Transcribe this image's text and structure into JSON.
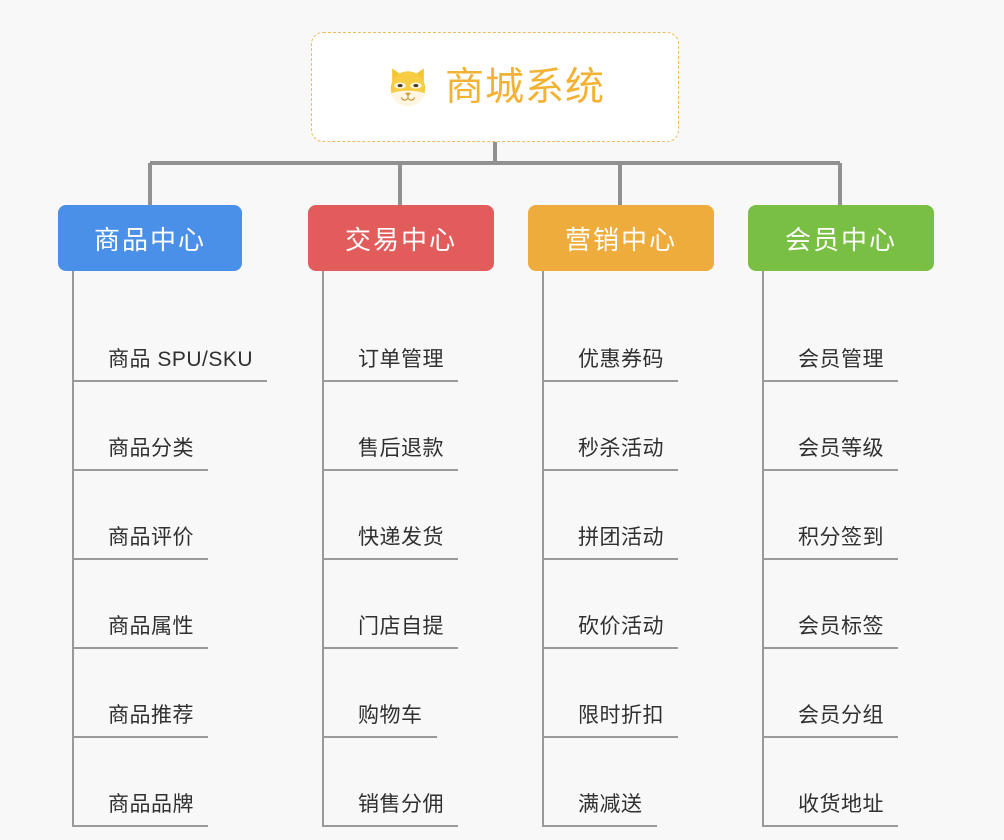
{
  "background_color": "#f8f8f8",
  "root": {
    "title": "商城系统",
    "icon": "shiba-inu-dog-face-icon",
    "text_color": "#f2b233",
    "border_color": "#f0b95a",
    "background_color": "#ffffff"
  },
  "branches": [
    {
      "label": "商品中心",
      "color": "#4a90e8",
      "items": [
        "商品 SPU/SKU",
        "商品分类",
        "商品评价",
        "商品属性",
        "商品推荐",
        "商品品牌"
      ]
    },
    {
      "label": "交易中心",
      "color": "#e35c5c",
      "items": [
        "订单管理",
        "售后退款",
        "快递发货",
        "门店自提",
        "购物车",
        "销售分佣"
      ]
    },
    {
      "label": "营销中心",
      "color": "#eeac3c",
      "items": [
        "优惠券码",
        "秒杀活动",
        "拼团活动",
        "砍价活动",
        "限时折扣",
        "满减送"
      ]
    },
    {
      "label": "会员中心",
      "color": "#79bf43",
      "items": [
        "会员管理",
        "会员等级",
        "积分签到",
        "会员标签",
        "会员分组",
        "收货地址"
      ]
    }
  ],
  "connector_color": "#919191"
}
